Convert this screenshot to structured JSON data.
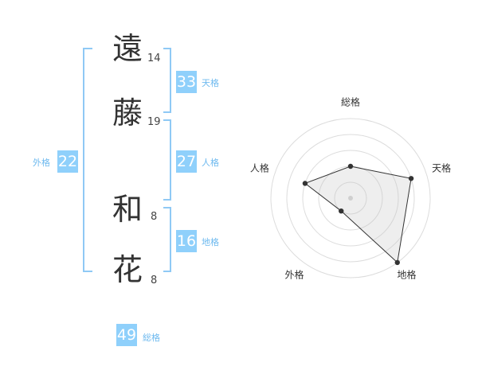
{
  "name_chars": [
    {
      "char": "遠",
      "strokes": "14"
    },
    {
      "char": "藤",
      "strokes": "19"
    },
    {
      "char": "和",
      "strokes": "8"
    },
    {
      "char": "花",
      "strokes": "8"
    }
  ],
  "kaku": {
    "tenkaku": {
      "value": "33",
      "label": "天格"
    },
    "jinkaku": {
      "value": "27",
      "label": "人格"
    },
    "chikaku": {
      "value": "16",
      "label": "地格"
    },
    "gaikaku": {
      "value": "22",
      "label": "外格"
    },
    "soukaku": {
      "value": "49",
      "label": "総格"
    }
  },
  "colors": {
    "accent": "#8fd0fb",
    "bracket": "#8fc9f5",
    "label": "#6db9ef"
  },
  "chart_data": {
    "type": "radar",
    "axes": [
      "総格",
      "天格",
      "地格",
      "外格",
      "人格"
    ],
    "values": [
      2,
      4,
      5,
      1,
      3
    ],
    "max": 5,
    "rings": 5
  }
}
